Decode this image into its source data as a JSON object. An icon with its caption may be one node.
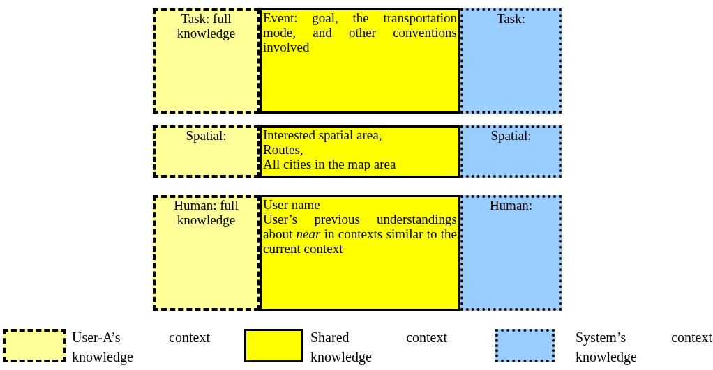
{
  "diagram": {
    "nodes": [
      {
        "text": [
          "Task: full knowledge"
        ]
      },
      {
        "text": [
          "Event: goal, the transportation mode, and other conventions involved"
        ]
      },
      {
        "text": [
          "Task:"
        ]
      },
      {
        "text": [
          "Spatial:"
        ]
      },
      {
        "text": [
          "Interested spatial area,",
          "Routes,",
          "All cities in the map area"
        ]
      },
      {
        "text": [
          "Spatial:"
        ]
      },
      {
        "text": [
          "Human: full knowledge"
        ]
      },
      {
        "text": [
          "User name",
          "User’s previous understandings about *near* in contexts similar to the current context"
        ]
      },
      {
        "text": [
          "Human:"
        ]
      }
    ],
    "legend": [
      {
        "text": "User-A’s context knowledge",
        "color": "#ffff99"
      },
      {
        "text": "Shared context knowledge",
        "color": "#ffff00"
      },
      {
        "text": "System’s context knowledge",
        "color": "#99ccff"
      }
    ]
  }
}
